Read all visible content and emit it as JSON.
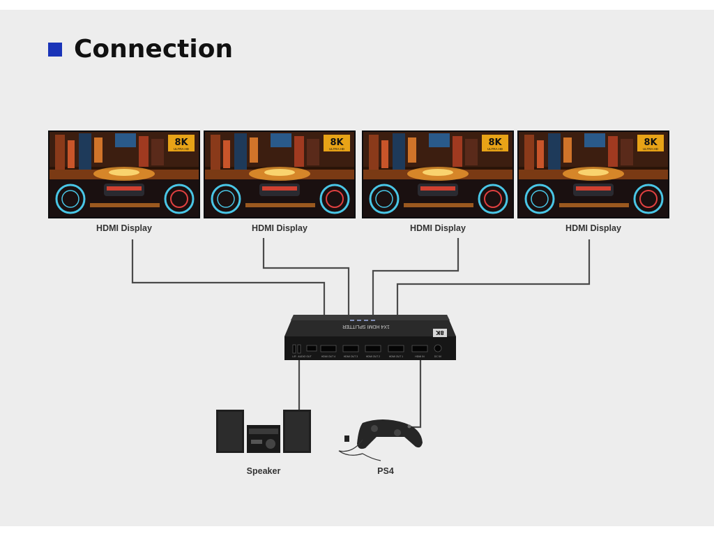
{
  "title": "Connection",
  "colors": {
    "accent": "#1a34b8",
    "cable": "#4a4a4a",
    "badge": "#e8a317"
  },
  "displays": [
    {
      "label": "HDMI Display",
      "badge": "8K",
      "badge_sub": "ULTRA HD"
    },
    {
      "label": "HDMI Display",
      "badge": "8K",
      "badge_sub": "ULTRA HD"
    },
    {
      "label": "HDMI Display",
      "badge": "8K",
      "badge_sub": "ULTRA HD"
    },
    {
      "label": "HDMI Display",
      "badge": "8K",
      "badge_sub": "ULTRA HD"
    }
  ],
  "splitter": {
    "name": "1X4 HDMI SPLITTER",
    "badge": "8K",
    "ports": [
      "L/R",
      "AUDIO OUT",
      "HDMI OUT 4",
      "HDMI OUT 3",
      "HDMI OUT 2",
      "HDMI OUT 1",
      "HDMI IN",
      "DC 5V"
    ]
  },
  "devices": {
    "speaker": {
      "label": "Speaker"
    },
    "console": {
      "label": "PS4"
    }
  }
}
